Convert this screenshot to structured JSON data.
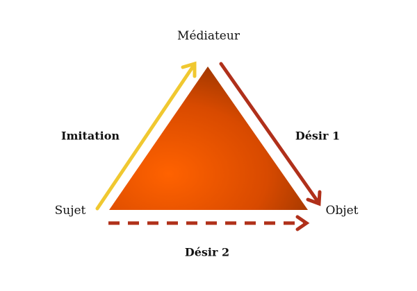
{
  "nodes": {
    "mediator": "Médiateur",
    "subject": "Sujet",
    "object": "Objet"
  },
  "edges": {
    "imitation": "Imitation",
    "desire1": "Désir 1",
    "desire2": "Désir 2"
  },
  "colors": {
    "triangle_light": "#ff6200",
    "triangle_dark": "#8a3000",
    "imitation_arrow": "#f0c830",
    "desire_arrow": "#b0301a"
  }
}
